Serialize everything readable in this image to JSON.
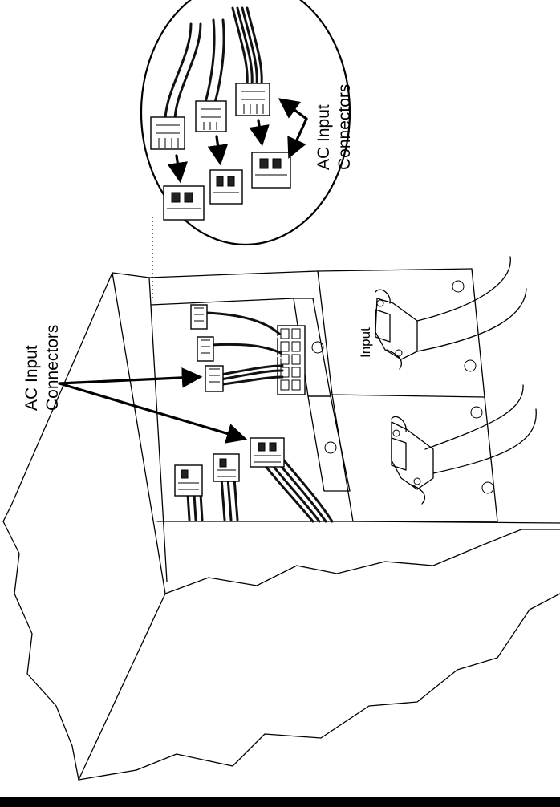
{
  "labels": {
    "callout_main": [
      "AC Input",
      "Connectors"
    ],
    "callout_inset": [
      "AC Input",
      "Connectors"
    ],
    "input_label": "Input"
  },
  "icons": [
    "ring-lug-icon",
    "connector-plug-icon",
    "connector-receptacle-icon",
    "terminal-block-icon"
  ],
  "colors": {
    "ink": "#000000",
    "paper": "#ffffff"
  }
}
